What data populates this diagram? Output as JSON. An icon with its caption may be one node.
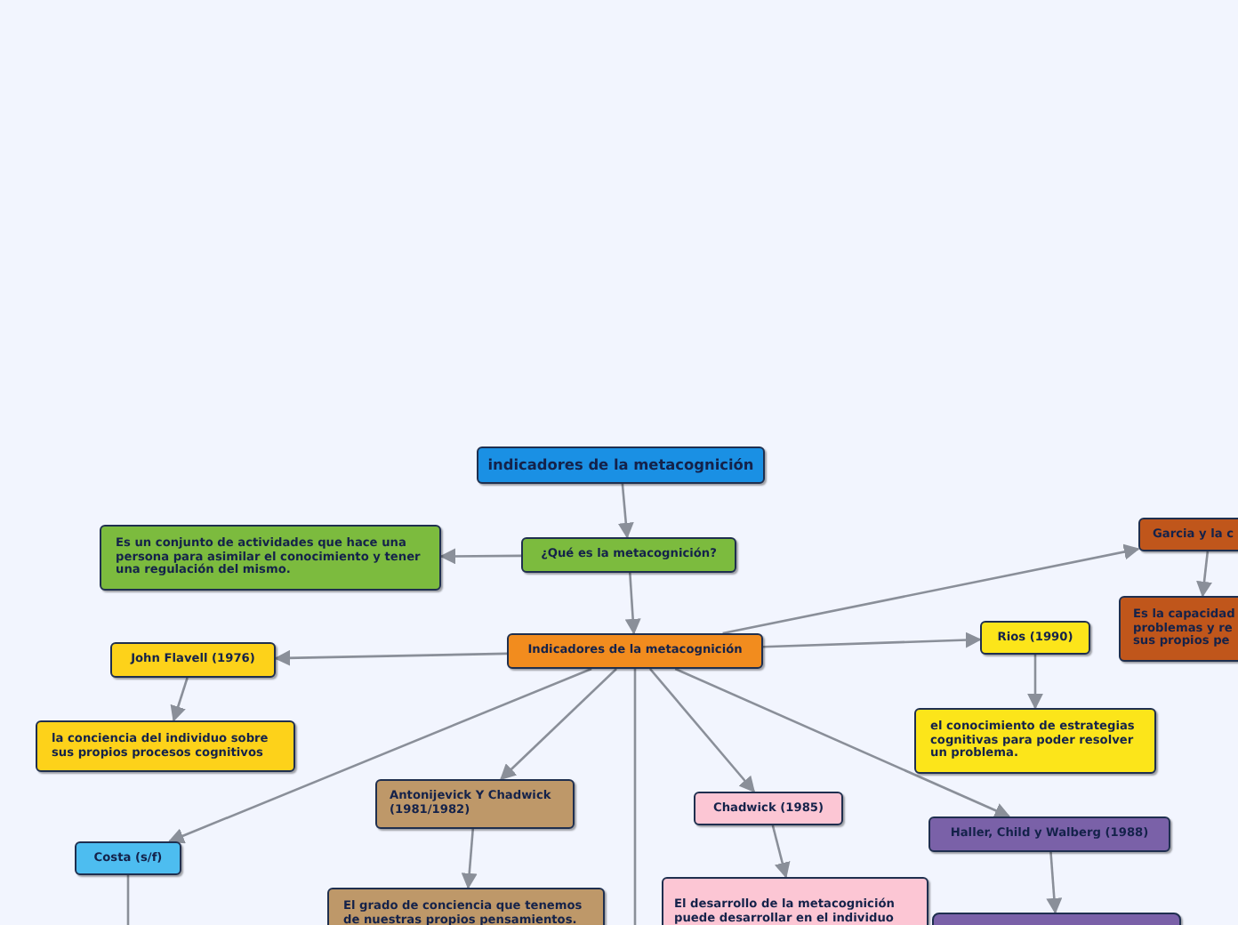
{
  "diagram": {
    "nodes": [
      {
        "text": [
          "indicadores de la metacognición"
        ]
      },
      {
        "text": [
          "¿Qué es la metacognición?"
        ]
      },
      {
        "text": [
          "Es un conjunto de actividades que hace una persona para asimilar el conocimiento y tener una regulación del mismo."
        ]
      },
      {
        "text": [
          "Indicadores de la metacognición"
        ]
      },
      {
        "text": [
          "John Flavell (1976)"
        ]
      },
      {
        "text": [
          "la conciencia del individuo sobre sus propios procesos cognitivos"
        ]
      },
      {
        "text": [
          "Garcia y la c"
        ]
      },
      {
        "text": [
          "Es la capacidad problemas y re sus propios pe"
        ]
      },
      {
        "text": [
          "Rios (1990)"
        ]
      },
      {
        "text": [
          "el conocimiento de estrategias cognitivas para poder resolver un problema."
        ]
      },
      {
        "text": [
          "Antonijevick Y Chadwick (1981/1982)"
        ]
      },
      {
        "text": [
          "El grado de conciencia que tenemos de nuestras propios pensamientos."
        ]
      },
      {
        "text": [
          "Costa (s/f)"
        ]
      },
      {
        "text": [
          "Chadwick (1985)"
        ]
      },
      {
        "text": [
          "El desarrollo de la metacognición puede desarrollar en el individuo"
        ]
      },
      {
        "text": [
          "Haller, Child y Walberg (1988)"
        ]
      },
      {
        "text": [],
        "shape": "box"
      }
    ],
    "edges": [
      {
        "from": 0,
        "to": 1,
        "arrow": "to"
      },
      {
        "from": 1,
        "to": 2,
        "arrow": "to"
      },
      {
        "from": 1,
        "to": 3,
        "arrow": "to"
      },
      {
        "from": 3,
        "to": 4,
        "arrow": "to"
      },
      {
        "from": 4,
        "to": 5,
        "arrow": "to"
      },
      {
        "from": 3,
        "to": 6,
        "arrow": "to"
      },
      {
        "from": 6,
        "to": 7,
        "arrow": "to"
      },
      {
        "from": 3,
        "to": 8,
        "arrow": "to"
      },
      {
        "from": 8,
        "to": 9,
        "arrow": "to"
      },
      {
        "from": 3,
        "to": 10,
        "arrow": "to"
      },
      {
        "from": 10,
        "to": 11,
        "arrow": "to"
      },
      {
        "from": 3,
        "to": 12,
        "arrow": "to"
      },
      {
        "from": 12,
        "to": null,
        "arrow": "none"
      },
      {
        "from": 3,
        "to": 13,
        "arrow": "to"
      },
      {
        "from": 13,
        "to": 14,
        "arrow": "to"
      },
      {
        "from": 3,
        "to": 15,
        "arrow": "to"
      },
      {
        "from": 15,
        "to": 16,
        "arrow": "to"
      },
      {
        "from": 3,
        "to": null,
        "arrow": "none"
      }
    ]
  }
}
